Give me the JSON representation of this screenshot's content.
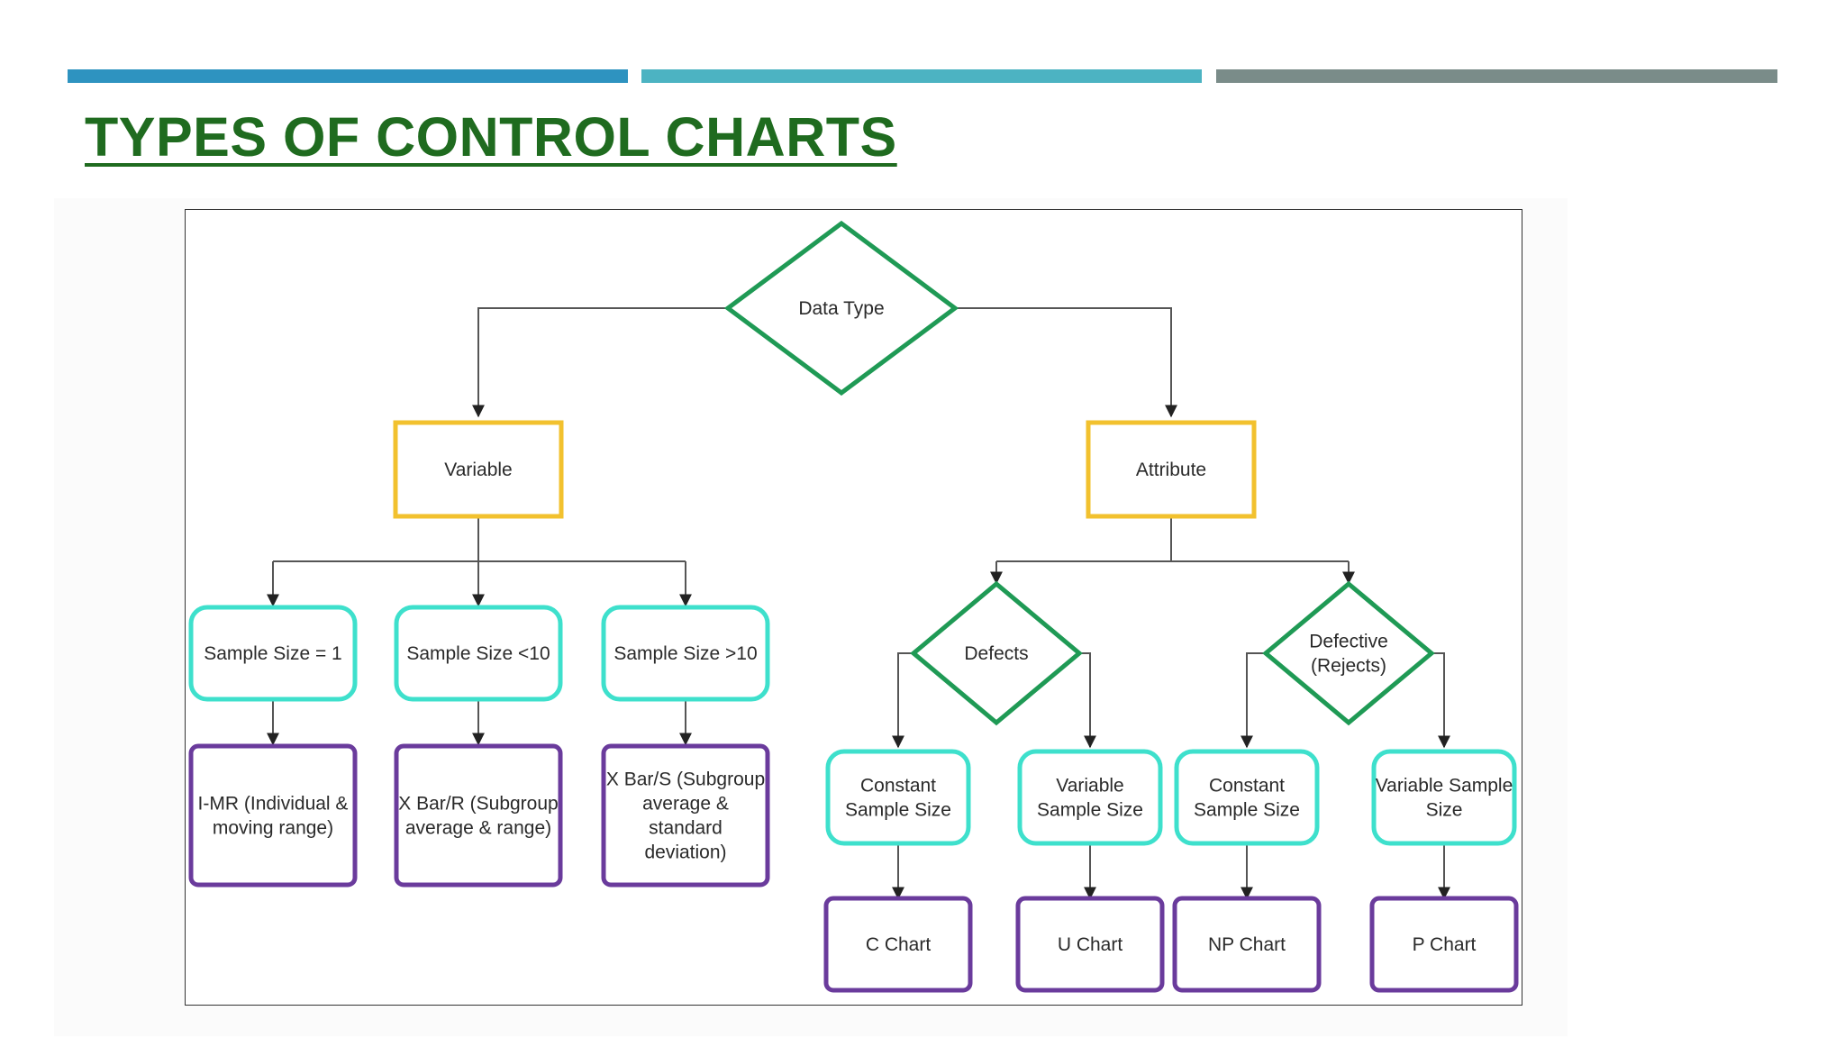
{
  "slide": {
    "title": "TYPES OF CONTROL CHARTS"
  },
  "colors": {
    "title": "#1f6b1f",
    "bar_blue": "#2e93c0",
    "bar_teal": "#4cb3c2",
    "bar_gray": "#7a8c89",
    "decision": "#1f9a55",
    "category": "#f2c12e",
    "condition": "#3ee0cc",
    "chart": "#6a3b9c",
    "connector": "#555555"
  },
  "flowchart": {
    "root": {
      "label": [
        "Data Type"
      ]
    },
    "categories": [
      {
        "label": [
          "Variable"
        ]
      },
      {
        "label": [
          "Attribute"
        ]
      }
    ],
    "variable_conditions": [
      {
        "label": [
          "Sample Size = 1"
        ]
      },
      {
        "label": [
          "Sample Size <10"
        ]
      },
      {
        "label": [
          "Sample Size >10"
        ]
      }
    ],
    "variable_charts": [
      {
        "label": [
          "I-MR (Individual &",
          "moving range)"
        ]
      },
      {
        "label": [
          "X Bar/R (Subgroup",
          "average & range)"
        ]
      },
      {
        "label": [
          "X Bar/S (Subgroup",
          "average &",
          "standard",
          "deviation)"
        ]
      }
    ],
    "attribute_decisions": [
      {
        "label": [
          "Defects"
        ]
      },
      {
        "label": [
          "Defective",
          "(Rejects)"
        ]
      }
    ],
    "attribute_conditions": [
      {
        "label": [
          "Constant",
          "Sample Size"
        ]
      },
      {
        "label": [
          "Variable",
          "Sample Size"
        ]
      },
      {
        "label": [
          "Constant",
          "Sample Size"
        ]
      },
      {
        "label": [
          "Variable Sample",
          "Size"
        ]
      }
    ],
    "attribute_charts": [
      {
        "label": [
          "C Chart"
        ]
      },
      {
        "label": [
          "U Chart"
        ]
      },
      {
        "label": [
          "NP Chart"
        ]
      },
      {
        "label": [
          "P Chart"
        ]
      }
    ]
  }
}
